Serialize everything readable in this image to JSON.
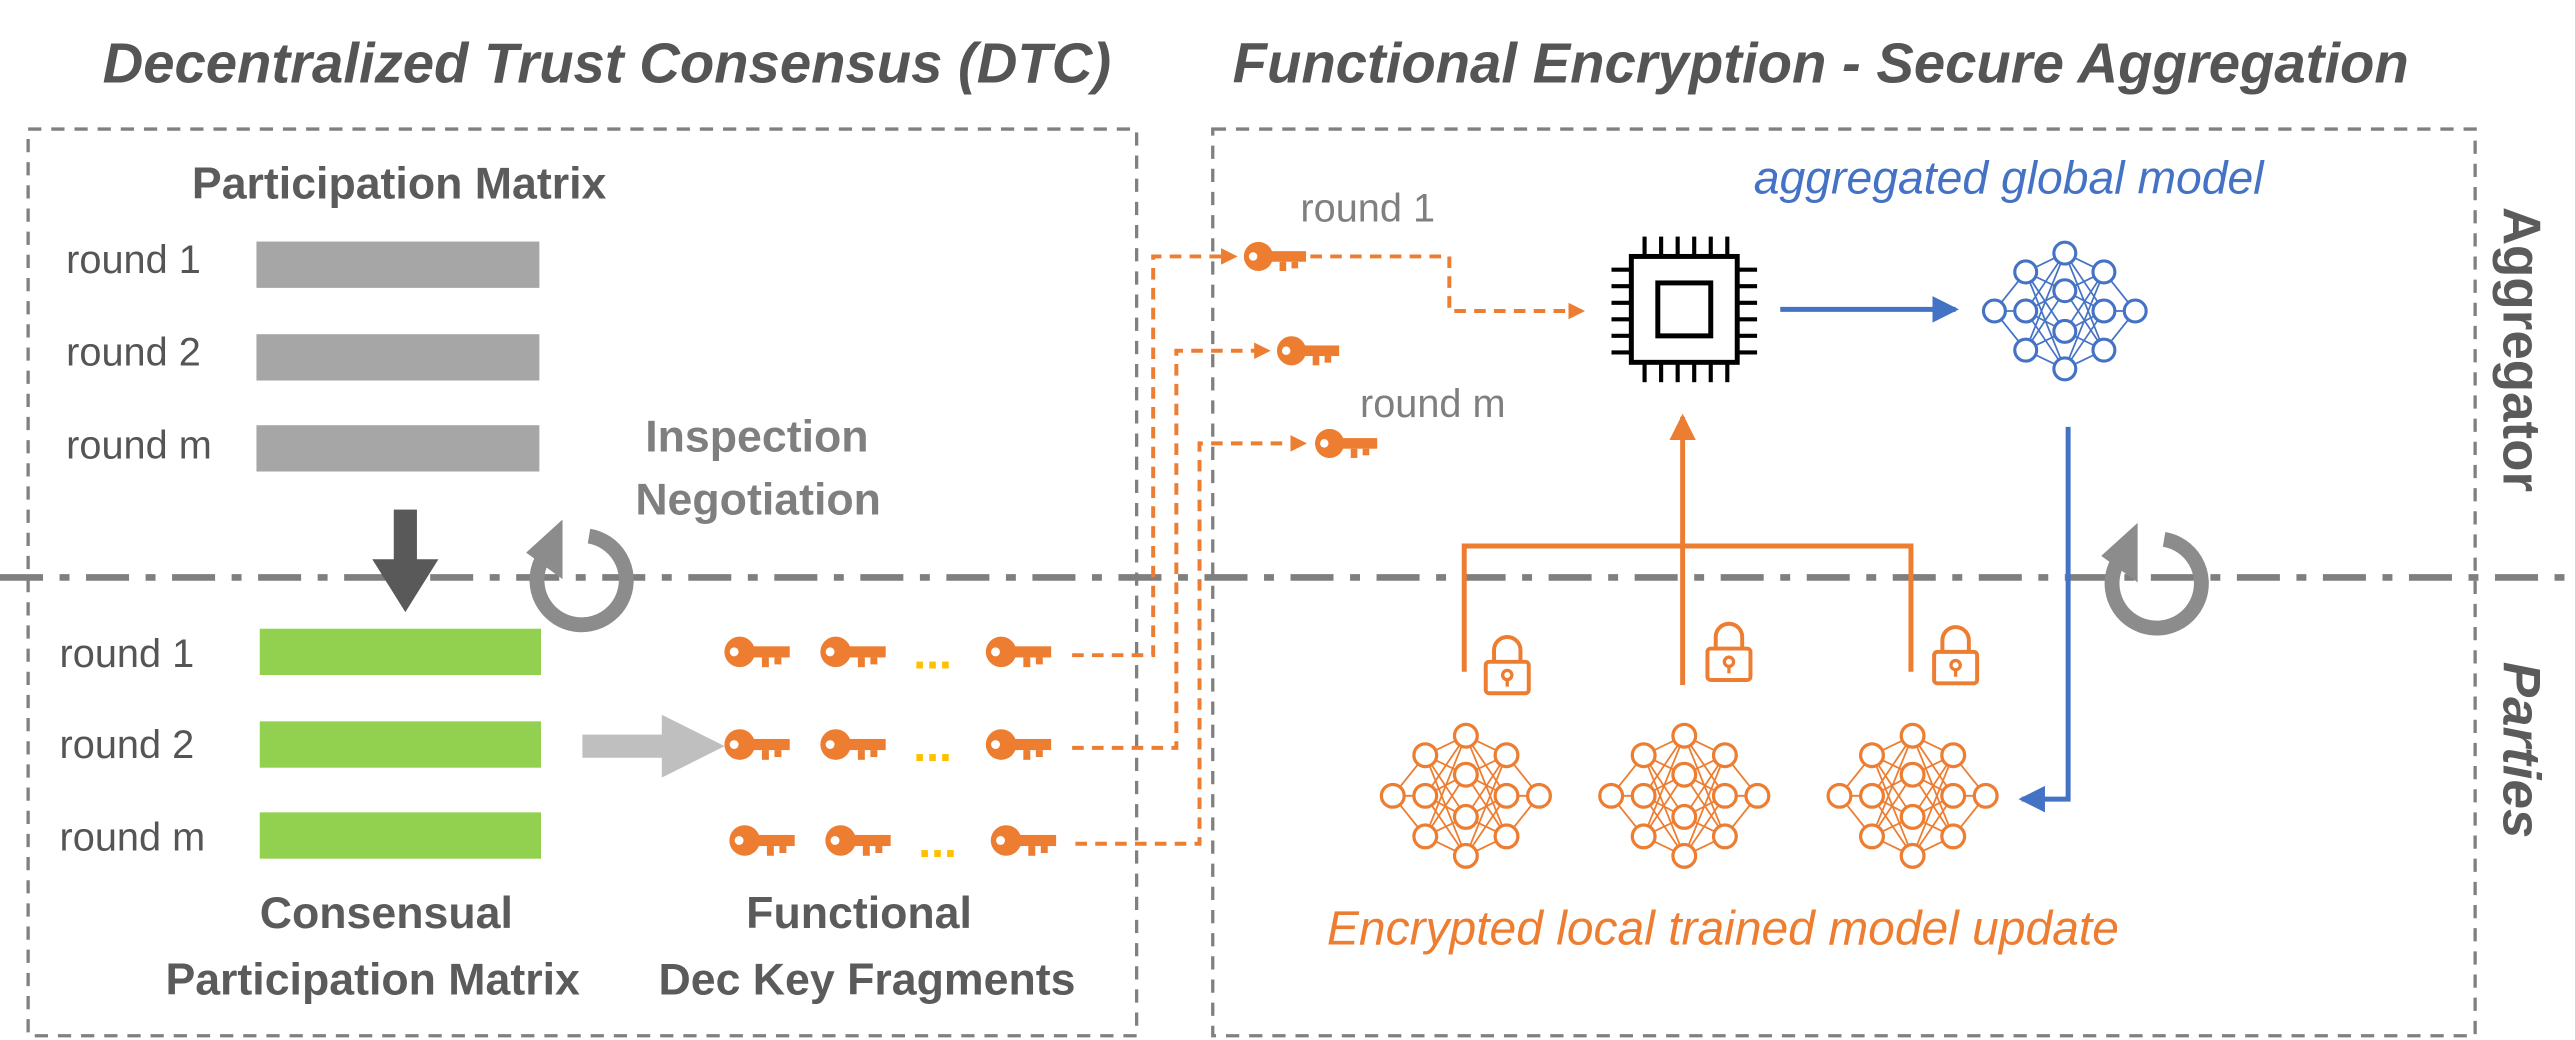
{
  "titles": {
    "dtc": "Decentralized Trust Consensus (DTC)",
    "fe": "Functional Encryption - Secure Aggregation"
  },
  "participation_matrix": {
    "heading": "Participation Matrix",
    "rounds": [
      "round 1",
      "round 2",
      "round m"
    ]
  },
  "consensual_matrix": {
    "heading_line1": "Consensual",
    "heading_line2": "Participation Matrix",
    "rounds": [
      "round 1",
      "round 2",
      "round m"
    ]
  },
  "inspection": {
    "line1": "Inspection",
    "line2": "Negotiation"
  },
  "key_fragments": {
    "heading_line1": "Functional",
    "heading_line2": "Dec Key Fragments",
    "ellipsis": "..."
  },
  "aggregator_keys": {
    "first_label": "round 1",
    "last_label": "round m"
  },
  "aggregated_model_label": "aggregated global model",
  "encrypted_update_label": "Encrypted local trained  model update",
  "side_labels": {
    "top": "Aggregator",
    "bottom": "Parties"
  },
  "colors": {
    "orange": "#ed7d31",
    "blue": "#4472c4",
    "green": "#92d050",
    "gray_bar": "#a6a6a6",
    "gray_line": "#7f7f7f"
  },
  "icons": [
    "key-icon",
    "lock-icon",
    "cpu-chip-icon",
    "neural-network-icon",
    "cycle-arrow-icon"
  ]
}
